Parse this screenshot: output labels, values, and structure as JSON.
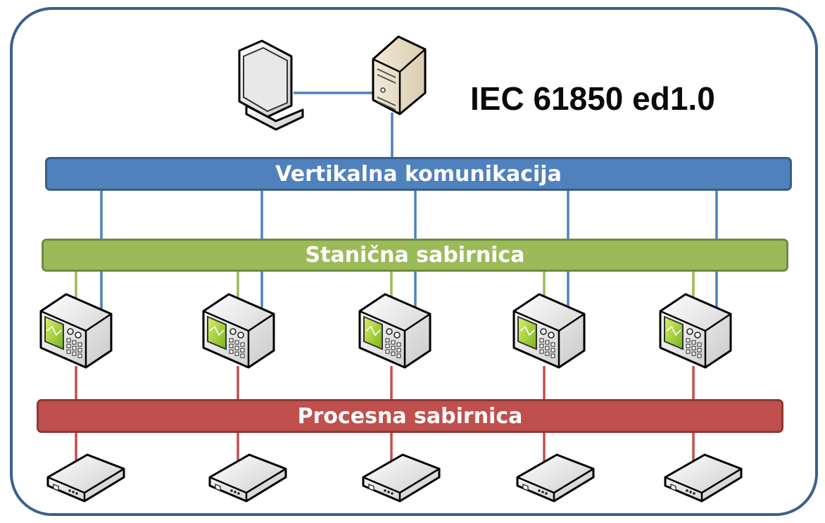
{
  "diagram": {
    "title": "IEC 61850 ed1.0",
    "buses": {
      "vertical": "Vertikalna komunikacija",
      "station": "Stanična sabirnica",
      "process": "Procesna sabirnica"
    },
    "colors": {
      "frame": "#3b5f8f",
      "vertical_bus": "#4f81bd",
      "station_bus": "#9bbb59",
      "process_bus": "#c0504d"
    },
    "icons": [
      "monitor-icon",
      "server-icon",
      "ied-icon",
      "merging-unit-icon"
    ],
    "ied_count": 5,
    "field_device_count": 5
  }
}
